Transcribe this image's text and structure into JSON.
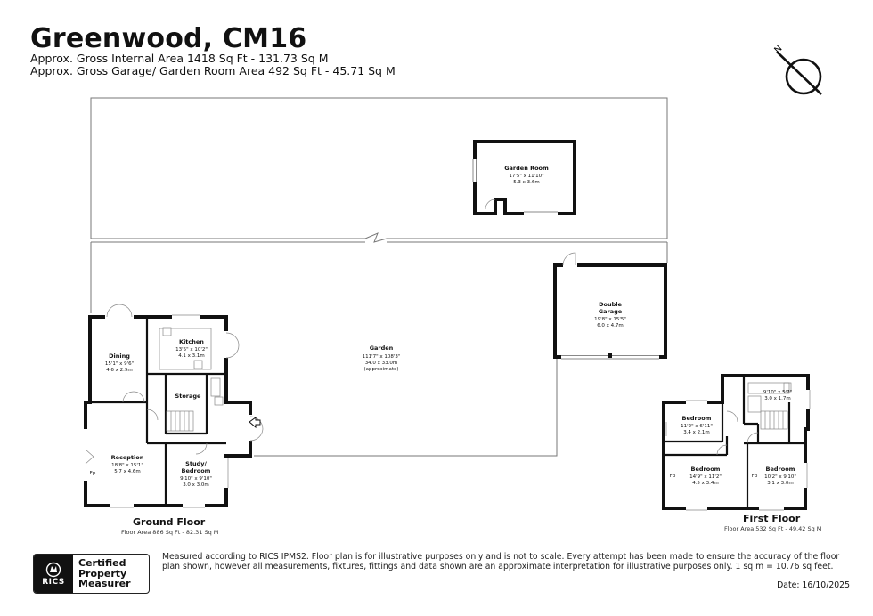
{
  "header": {
    "title": "Greenwood, CM16",
    "internal_area": "Approx. Gross Internal Area 1418 Sq Ft - 131.73 Sq M",
    "garage_area": "Approx. Gross Garage/ Garden Room Area 492 Sq Ft - 45.71 Sq M"
  },
  "compass": {
    "label": "N"
  },
  "rooms": {
    "garden_room": {
      "name": "Garden Room",
      "imperial": "17'5\" x 11'10\"",
      "metric": "5.3 x 3.6m"
    },
    "garden": {
      "name": "Garden",
      "imperial": "111'7\" x 108'3\"",
      "metric": "34.0 x 33.0m",
      "note": "(approximate)"
    },
    "double_garage": {
      "name1": "Double",
      "name2": "Garage",
      "imperial": "19'8\" x 15'5\"",
      "metric": "6.0 x 4.7m"
    },
    "dining": {
      "name": "Dining",
      "imperial": "15'1\" x 9'6\"",
      "metric": "4.6 x 2.9m"
    },
    "kitchen": {
      "name": "Kitchen",
      "imperial": "13'5\" x 10'2\"",
      "metric": "4.1 x 3.1m"
    },
    "storage": {
      "name": "Storage"
    },
    "reception": {
      "name": "Reception",
      "imperial": "18'8\" x 15'1\"",
      "metric": "5.7 x 4.6m",
      "fp": "Fp"
    },
    "study": {
      "name1": "Study/",
      "name2": "Bedroom",
      "imperial": "9'10\" x 9'10\"",
      "metric": "3.0 x 3.0m"
    },
    "bedroom_small": {
      "name": "Bedroom",
      "imperial": "11'2\" x 6'11\"",
      "metric": "3.4 x 2.1m"
    },
    "bathroom": {
      "imperial": "9'10\" x 5'7\"",
      "metric": "3.0 x 1.7m"
    },
    "bedroom_left": {
      "name": "Bedroom",
      "imperial": "14'9\" x 11'2\"",
      "metric": "4.5 x 3.4m",
      "fp": "Fp"
    },
    "bedroom_right": {
      "name": "Bedroom",
      "imperial": "10'2\" x 9'10\"",
      "metric": "3.1 x 3.0m",
      "fp": "Fp"
    }
  },
  "floors": {
    "ground": {
      "name": "Ground Floor",
      "area": "Floor Area 886 Sq Ft - 82.31 Sq M"
    },
    "first": {
      "name": "First Floor",
      "area": "Floor Area 532 Sq Ft - 49.42 Sq M"
    }
  },
  "badge": {
    "logo": "RICS",
    "line1": "Certified",
    "line2": "Property",
    "line3": "Measurer"
  },
  "disclaimer": "Measured according to RICS IPMS2. Floor plan is for illustrative purposes only and is not to scale. Every attempt has been made to ensure the accuracy of the floor plan shown, however all measurements, fixtures, fittings and data shown are an approximate interpretation for illustrative purposes only. 1 sq m = 10.76 sq feet.",
  "date": "Date: 16/10/2025"
}
